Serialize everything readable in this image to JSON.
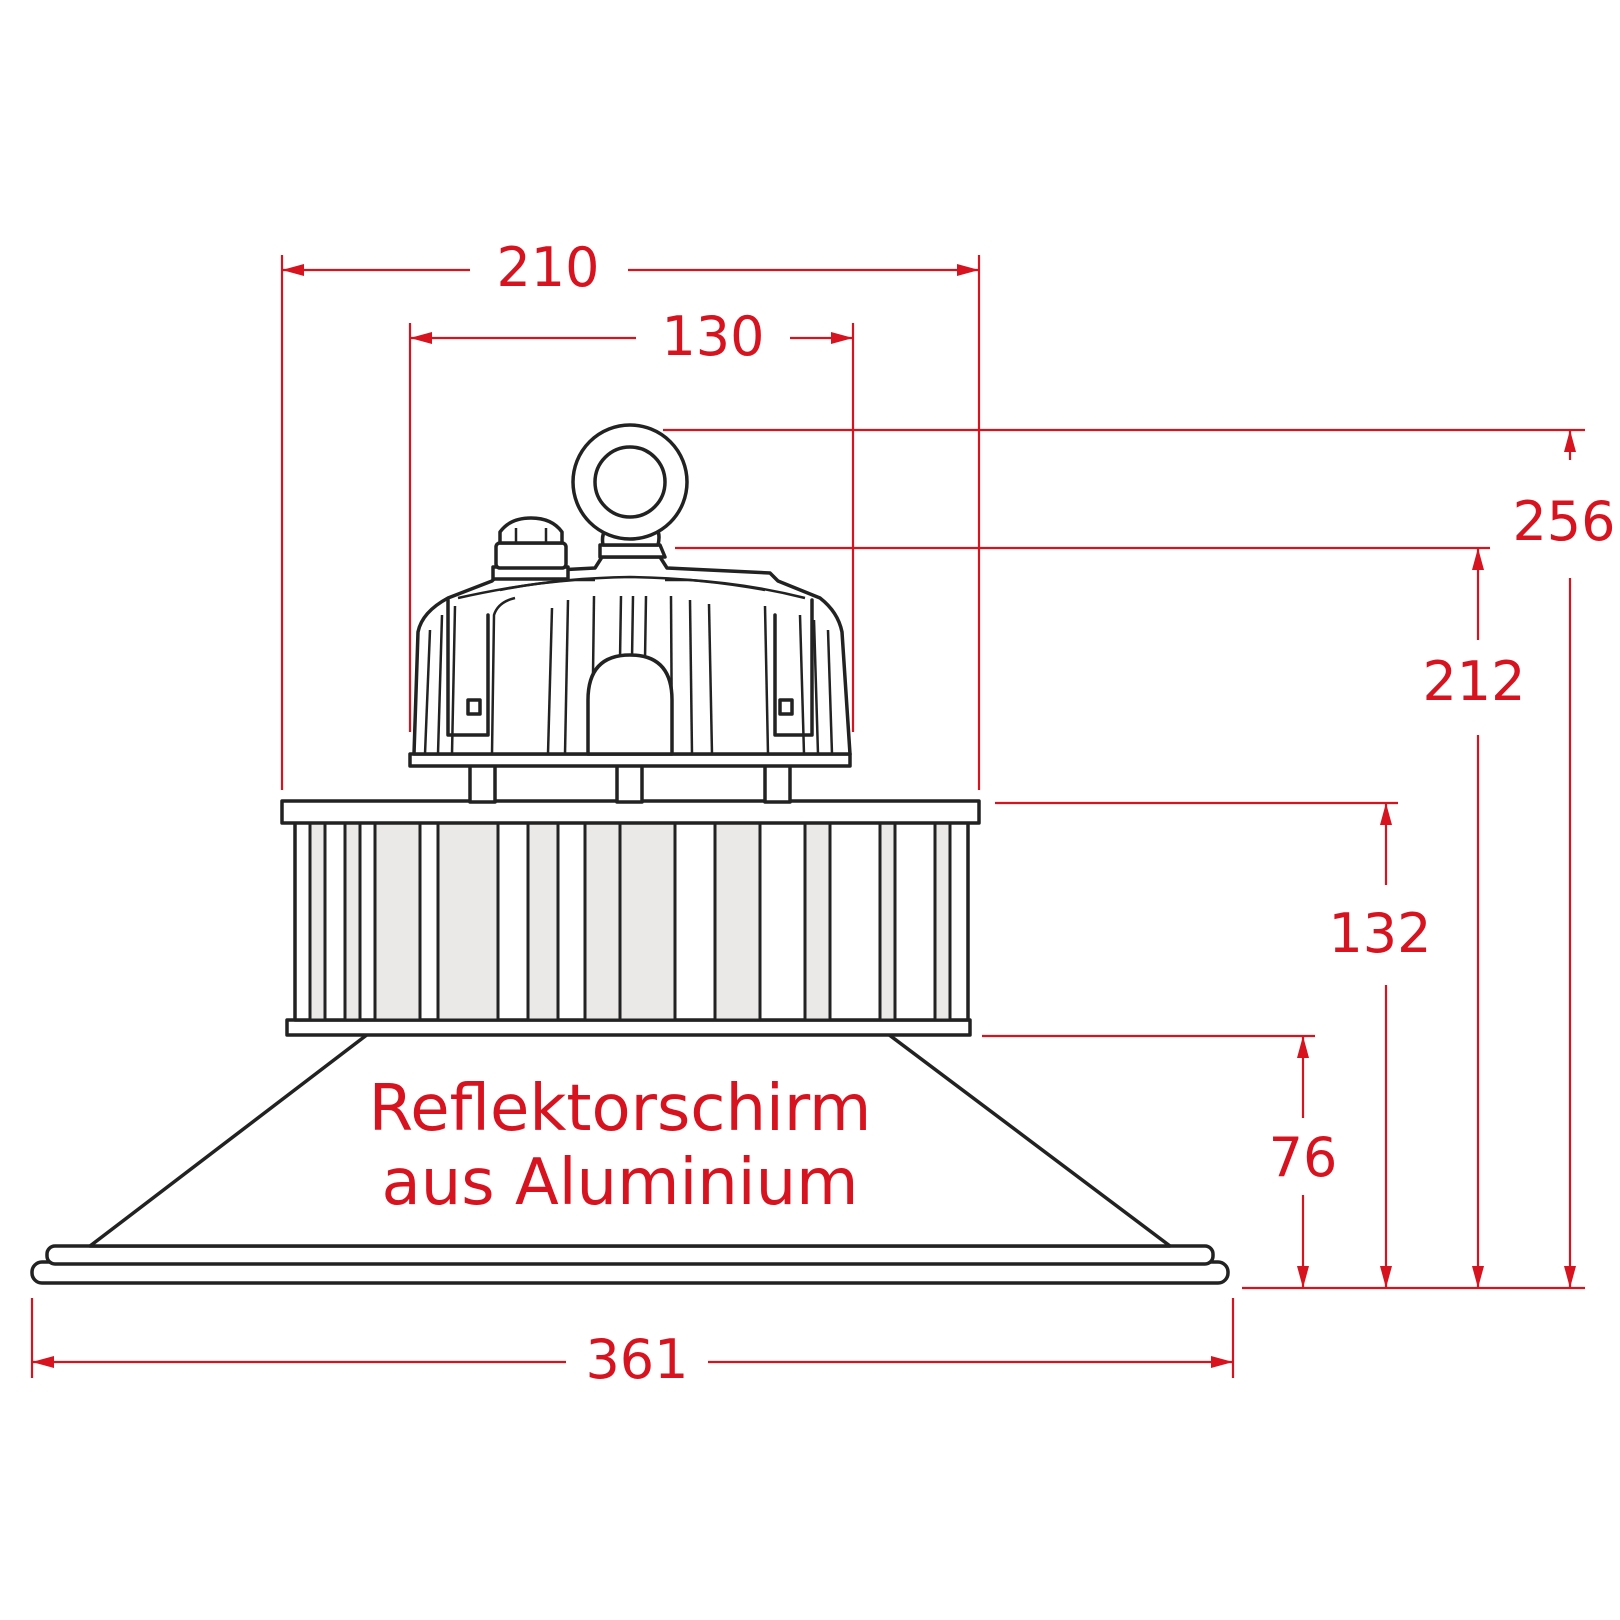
{
  "dimensions": {
    "width_overall": "210",
    "width_driver": "130",
    "height_total": "256",
    "height_to_hook": "212",
    "height_body": "132",
    "height_reflector": "76",
    "width_reflector": "361"
  },
  "label": {
    "line1": "Reflektorschirm",
    "line2": "aus Aluminium"
  },
  "colors": {
    "dimension": "#d7131f",
    "outline": "#222222",
    "fin_fill": "#ebe8e8"
  }
}
